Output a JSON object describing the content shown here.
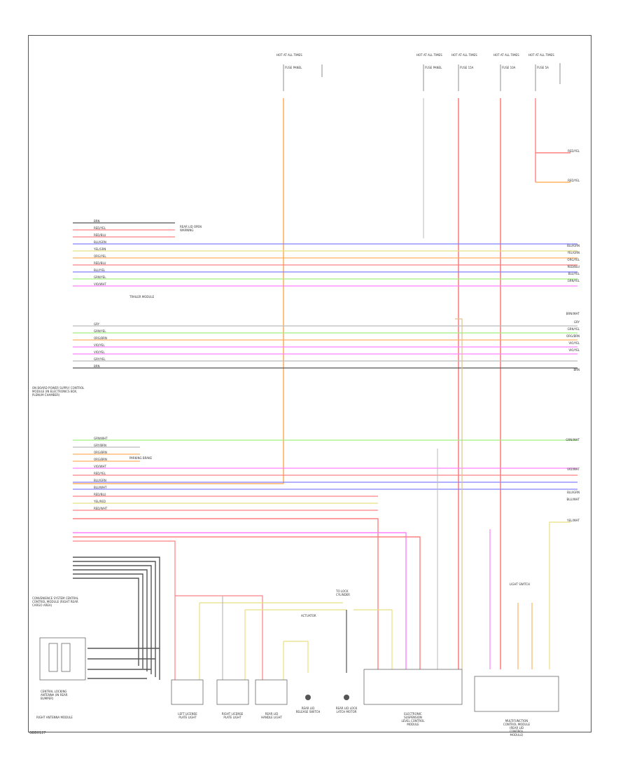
{
  "diagram": {
    "footer_code": "GBB0127",
    "left_module_label": "ON BOARD POWER SUPPLY CONTROL MODULE (IN ELECTRONICS BOX, PLENUM CHAMBER)",
    "convenience_module_label": "CONVENIENCE SYSTEM CENTRAL CONTROL MODULE (RIGHT REAR CARGO AREA)",
    "right_antenna_label": "RIGHT ANTENNA MODULE",
    "central_locking_label": "CENTRAL LOCKING ANTENNA (IN REAR BUMPER)",
    "hot_at_labels": [
      "HOT AT ALL TIMES",
      "HOT AT ALL TIMES",
      "HOT AT ALL TIMES",
      "HOT AT ALL TIMES",
      "HOT AT ALL TIMES"
    ],
    "fuse_labels": [
      "FUSE PANEL",
      "FUSE PANEL",
      "FUSE 15A",
      "FUSE 10A",
      "FUSE 5A"
    ],
    "bottom_components": [
      "LEFT LICENSE PLATE LIGHT",
      "RIGHT LICENSE PLATE LIGHT",
      "REAR LID HANDLE LIGHT",
      "REAR LID RELEASE SWITCH",
      "REAR LID LOCK LATCH MOTOR",
      "ELECTRONIC SUSPENSION LEVEL CONTROL MODULE",
      "MULTIFUNCTION CONTROL MODULE (REAR LID CONTROL MODULE)"
    ],
    "side_notes": [
      "REAR LID OPEN WARNING",
      "TRAILER MODULE",
      "PARKING BRAKE",
      "TO LOCK CYLINDER",
      "LIGHT SWITCH",
      "ACTUATOR"
    ],
    "row_labels_top": [
      "BRN",
      "RED/YEL",
      "RED/BLU",
      "BLU/GRN",
      "YEL/GRN",
      "ORG/YEL",
      "RED/BLU",
      "BLU/YEL",
      "GRN/YEL",
      "VIO/WHT"
    ],
    "row_labels_mid": [
      "GRY",
      "GRN/YEL",
      "ORG/BRN",
      "VIO/YEL",
      "VIO/YEL",
      "GRY/YEL",
      "BRN"
    ],
    "row_labels_low": [
      "GRN/WHT",
      "GRY/BRN",
      "ORG/BRN",
      "ORG/BRN",
      "VIO/WHT",
      "RED/YEL",
      "BLU/GRN",
      "BLU/WHT",
      "RED/BLU",
      "YEL/RED",
      "RED/WHT"
    ],
    "right_labels": [
      "RED/YEL",
      "RED/YEL",
      "BLU/GRN",
      "YEL/GRN",
      "ORG/YEL",
      "RED/BLU",
      "BLU/YEL",
      "GRN/YEL",
      "BRN/WHT",
      "GRY",
      "GRN/YEL",
      "ORG/BRN",
      "VIO/YEL",
      "VIO/YEL",
      "BRN",
      "GRN/WHT",
      "VIO/WHT",
      "BLU/GRN",
      "BLU/WHT",
      "YEL/WHT"
    ],
    "colors": {
      "red": "#ff8080",
      "pink": "#ff80ff",
      "blue": "#8080ff",
      "green": "#a0f080",
      "orange": "#ffb060",
      "yellow": "#e8e080",
      "black": "#555555",
      "gray": "#bbbbbb",
      "tan": "#e0c090"
    }
  }
}
